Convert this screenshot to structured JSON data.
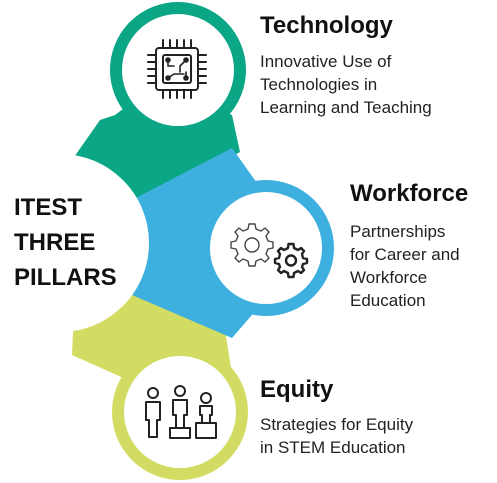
{
  "center": {
    "lines": [
      "ITEST",
      "THREE",
      "PILLARS"
    ]
  },
  "pillars": [
    {
      "key": "technology",
      "title": "Technology",
      "description": [
        "Innovative Use of",
        "Technologies in",
        "Learning and Teaching"
      ],
      "color": "#0aa685",
      "icon": "microchip-icon"
    },
    {
      "key": "workforce",
      "title": "Workforce",
      "description": [
        "Partnerships",
        "for Career and",
        "Workforce",
        "Education"
      ],
      "color": "#3eb0e0",
      "icon": "gears-icon"
    },
    {
      "key": "equity",
      "title": "Equity",
      "description": [
        "Strategies for Equity",
        "in STEM Education"
      ],
      "color": "#d3dc62",
      "icon": "people-equity-icon"
    }
  ]
}
